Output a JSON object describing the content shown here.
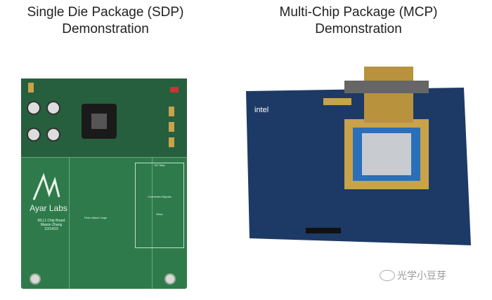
{
  "titles": {
    "left": "Single Die Package (SDP)\nDemonstration",
    "left_line1": "Single Die Package (SDP)",
    "left_line2": "Demonstration",
    "right_line1": "Multi-Chip Package (MCP)",
    "right_line2": "Demonstration"
  },
  "sdp_board": {
    "brand": "Ayar Labs",
    "board_name": "MLL1 Chip Board",
    "author": "Mason Zhang",
    "date": "10/14/19",
    "i2c_title": "I2C Map",
    "signals_title": "Connected Signals",
    "other_title": "Other",
    "center_label": "Fiber Attach Cage"
  },
  "mcp_board": {
    "brand": "intel"
  },
  "watermark": "光学小豆芽",
  "colors": {
    "sdp_pcb": "#2f7a4a",
    "mcp_pcb": "#1d3a66",
    "gold": "#c9a24a"
  }
}
